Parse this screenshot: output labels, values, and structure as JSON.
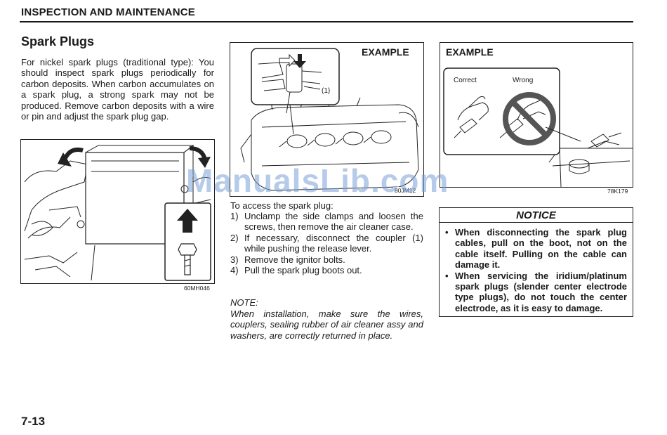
{
  "header": {
    "title": "INSPECTION AND MAINTENANCE"
  },
  "section": {
    "title": "Spark Plugs",
    "intro": "For nickel spark plugs (traditional type): You should inspect spark plugs periodically for carbon deposits. When carbon accumulates on a spark plug, a strong spark may not be produced. Remove carbon deposits with a wire or pin and adjust the spark plug gap."
  },
  "figures": {
    "fig1": {
      "code": "60MH046"
    },
    "fig2": {
      "label": "EXAMPLE",
      "callout": "(1)",
      "code": "80JM12"
    },
    "fig3": {
      "label": "EXAMPLE",
      "correct": "Correct",
      "wrong": "Wrong",
      "code": "78K179"
    }
  },
  "access": {
    "intro": "To access the spark plug:",
    "steps": [
      {
        "num": "1)",
        "text": "Unclamp the side clamps and loosen the screws, then remove the air cleaner case."
      },
      {
        "num": "2)",
        "text": "If necessary, disconnect the coupler (1) while pushing the release lever."
      },
      {
        "num": "3)",
        "text": "Remove the ignitor bolts."
      },
      {
        "num": "4)",
        "text": "Pull the spark plug boots out."
      }
    ]
  },
  "note": {
    "label": "NOTE:",
    "text": "When installation, make sure the wires, couplers, sealing rubber of air cleaner assy and washers, are correctly returned in place."
  },
  "notice": {
    "title": "NOTICE",
    "bullets": [
      "When disconnecting the spark plug cables, pull on the boot, not on the cable itself. Pulling on the cable can damage it.",
      "When servicing the iridium/platinum spark plugs (slender center electrode type plugs), do not touch the center electrode, as it is easy to damage."
    ]
  },
  "page_number": "7-13",
  "watermark": "ManualsLib.com"
}
